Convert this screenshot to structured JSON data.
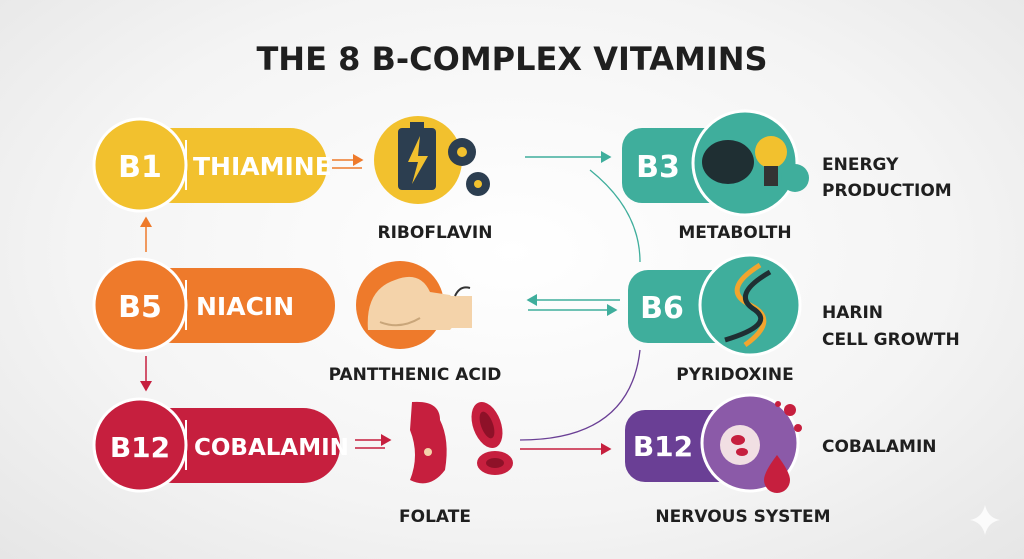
{
  "title": "THE 8 B-COMPLEX VITAMINS",
  "colors": {
    "yellow": "#f2c12e",
    "orange": "#ee7a2b",
    "crimson": "#c61f3e",
    "teal": "#3fae9c",
    "purple": "#6a3f95",
    "text": "#1f1f1f"
  },
  "left": [
    {
      "code": "B1",
      "name": "THIAMINE"
    },
    {
      "code": "B5",
      "name": "NIACIN"
    },
    {
      "code": "B12",
      "name": "COBALAMIN"
    }
  ],
  "middle": [
    {
      "label": "RIBOFLAVIN",
      "icon": "battery-gears-icon"
    },
    {
      "label": "PANTTHENIC ACID",
      "icon": "muscle-arm-hair-icon"
    },
    {
      "label": "FOLATE",
      "icon": "folate-blood-cells-icon"
    }
  ],
  "right": [
    {
      "code": "B3",
      "label": "METABOLTH",
      "icon": "brain-lightbulb-icon",
      "desc": [
        "ENERGY",
        "PRODUCTIOM"
      ]
    },
    {
      "code": "B6",
      "label": "PYRIDOXINE",
      "icon": "dna-icon",
      "desc": [
        "HARIN",
        "CELL GROWTH"
      ]
    },
    {
      "code": "B12",
      "label": "NERVOUS SYSTEM",
      "icon": "nerve-cell-blood-drop-icon",
      "desc": [
        "COBALAMIN"
      ]
    }
  ]
}
